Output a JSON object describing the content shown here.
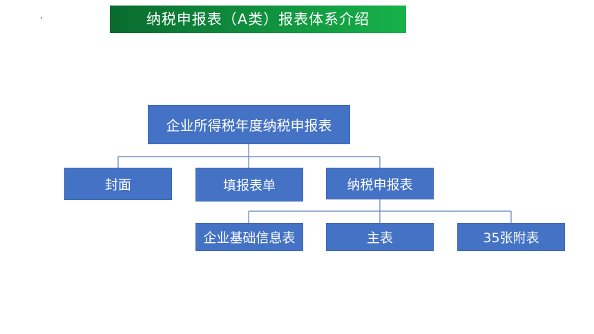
{
  "title": "纳税申报表（A类）报表体系介绍",
  "diagram": {
    "root": "企业所得税年度纳税申报表",
    "level1": [
      "封面",
      "填报表单",
      "纳税申报表"
    ],
    "level2": [
      "企业基础信息表",
      "主表",
      "35张附表"
    ]
  },
  "colors": {
    "node_fill": "#4472c4",
    "node_text": "#ffffff",
    "connector": "#5b7fbf",
    "title_bar_start": "#0a6a2f",
    "title_bar_end": "#17b24a",
    "title_text": "#ffffff"
  }
}
